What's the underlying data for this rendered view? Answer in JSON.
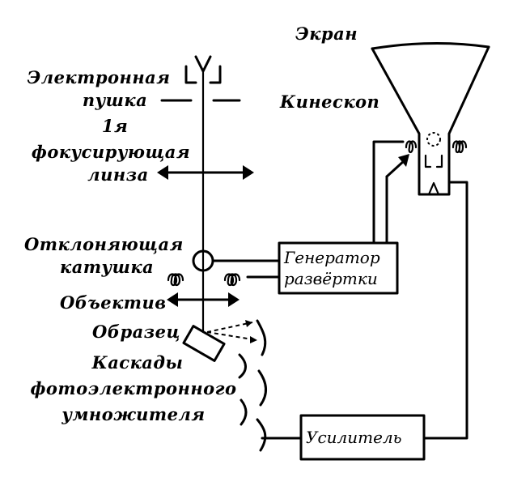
{
  "labels": {
    "screen": "Экран",
    "kinescope": "Кинескоп",
    "electron_gun": [
      "Электронная",
      "пушка"
    ],
    "first_lens": [
      "1я",
      "фокусирующая",
      "линза"
    ],
    "deflecting_coil": [
      "Отклоняющая",
      "катушка"
    ],
    "objective": "Объектив",
    "sample": "Образец",
    "pmt_cascades": [
      "Каскады",
      "фотоэлектронного",
      "умножителя"
    ],
    "scan_generator": [
      "Генератор",
      "развёртки"
    ],
    "amplifier": "Усилитель"
  }
}
